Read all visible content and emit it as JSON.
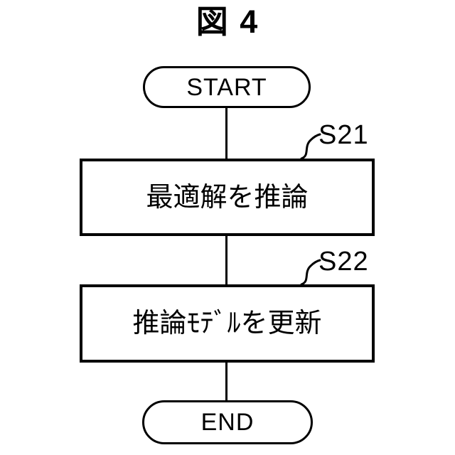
{
  "figure": {
    "title": "図 4",
    "background_color": "#ffffff",
    "stroke_color": "#000000",
    "nodes": [
      {
        "id": "start",
        "type": "terminal",
        "label": "START"
      },
      {
        "id": "s21",
        "type": "process",
        "step": "S21",
        "label": "最適解を推論"
      },
      {
        "id": "s22",
        "type": "process",
        "step": "S22",
        "label": "推論ﾓﾃﾞﾙを更新"
      },
      {
        "id": "end",
        "type": "terminal",
        "label": "END"
      }
    ],
    "edges": [
      {
        "from": "start",
        "to": "s21"
      },
      {
        "from": "s21",
        "to": "s22"
      },
      {
        "from": "s22",
        "to": "end"
      }
    ]
  }
}
